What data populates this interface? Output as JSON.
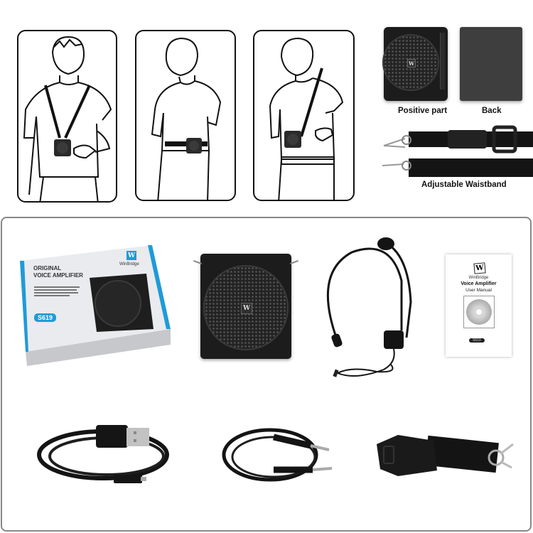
{
  "usage_illustrations": [
    {
      "id": "neck-lanyard",
      "description": "Worn around the neck on a lanyard"
    },
    {
      "id": "waistband",
      "description": "Worn on the waist with a waistband"
    },
    {
      "id": "shoulder-strap",
      "description": "Worn across the shoulder on a strap"
    }
  ],
  "device_views": {
    "front_label": "Positive part",
    "back_label": "Back",
    "strap_label": "Adjustable Waistband"
  },
  "package_contents": {
    "box": {
      "line1": "ORIGINAL",
      "line2": "VOICE AMPLIFIER",
      "brand": "WinBridge",
      "logo_letter": "W",
      "model": "S619",
      "accent_color": "#1f9bd7"
    },
    "speaker": {
      "logo_letter": "W"
    },
    "headset": {
      "description": "Headset microphone with 3.5mm plug"
    },
    "manual": {
      "logo_letter": "W",
      "brand": "WinBridge",
      "title": "Voice Amplifier",
      "subtitle": "User Manual",
      "model": "S619"
    },
    "usb_cable": {
      "description": "USB charging cable"
    },
    "audio_cable": {
      "description": "3.5mm audio cable"
    },
    "buckle_strap": {
      "description": "Strap with buckle and clip"
    }
  },
  "colors": {
    "panel_border": "#888888",
    "device_black": "#1c1c1c",
    "box_blue": "#1f9bd7"
  }
}
